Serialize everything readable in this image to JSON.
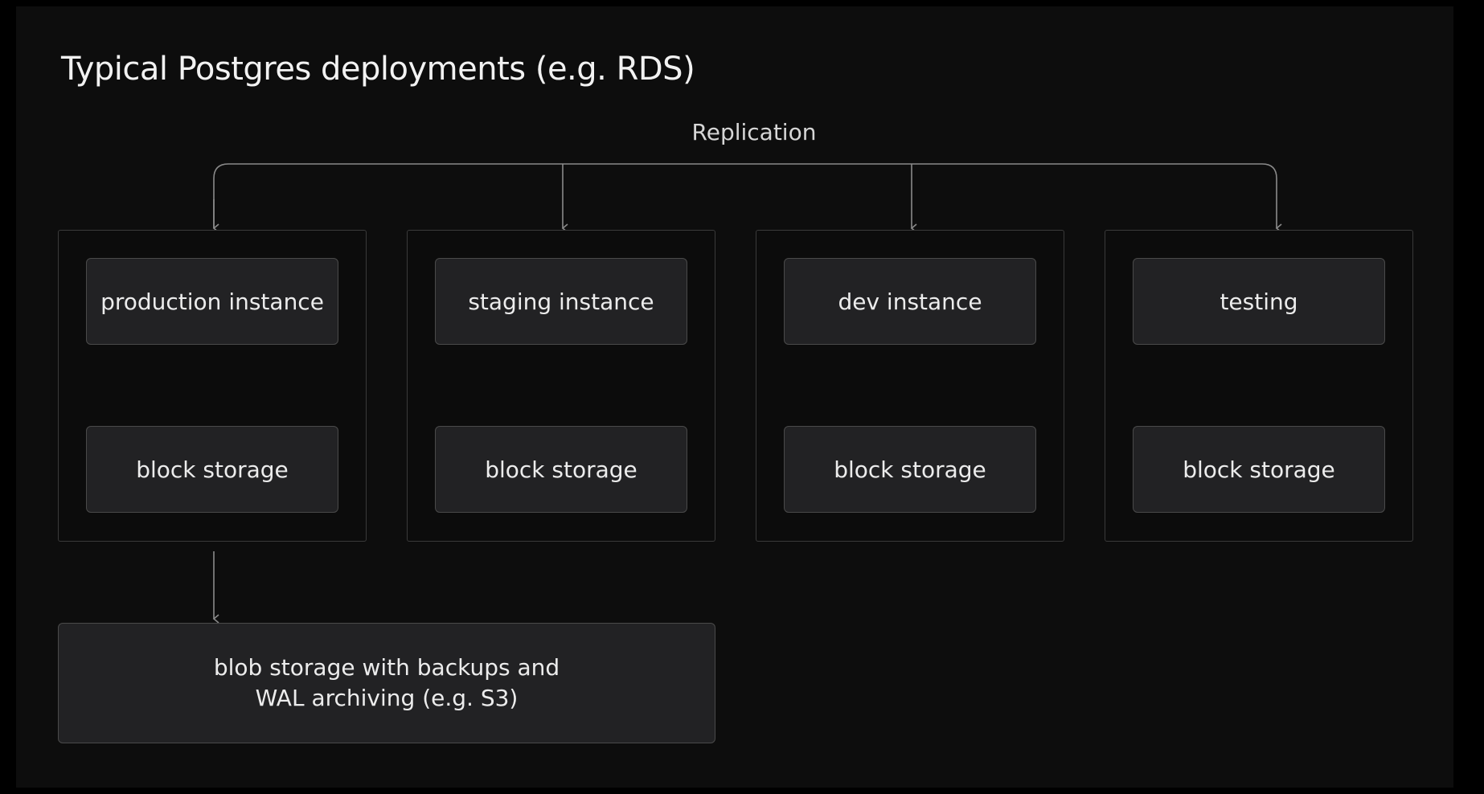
{
  "title": "Typical Postgres deployments (e.g. RDS)",
  "replication_label": "Replication",
  "environments": [
    {
      "instance": "production instance",
      "storage": "block storage"
    },
    {
      "instance": "staging instance",
      "storage": "block storage"
    },
    {
      "instance": "dev instance",
      "storage": "block storage"
    },
    {
      "instance": "testing",
      "storage": "block storage"
    }
  ],
  "blob_storage": {
    "line1": "blob storage with backups and",
    "line2": "WAL archiving (e.g. S3)"
  },
  "colors": {
    "background": "#0d0d0d",
    "node_fill": "#222224",
    "line": "#8a8a8a"
  }
}
